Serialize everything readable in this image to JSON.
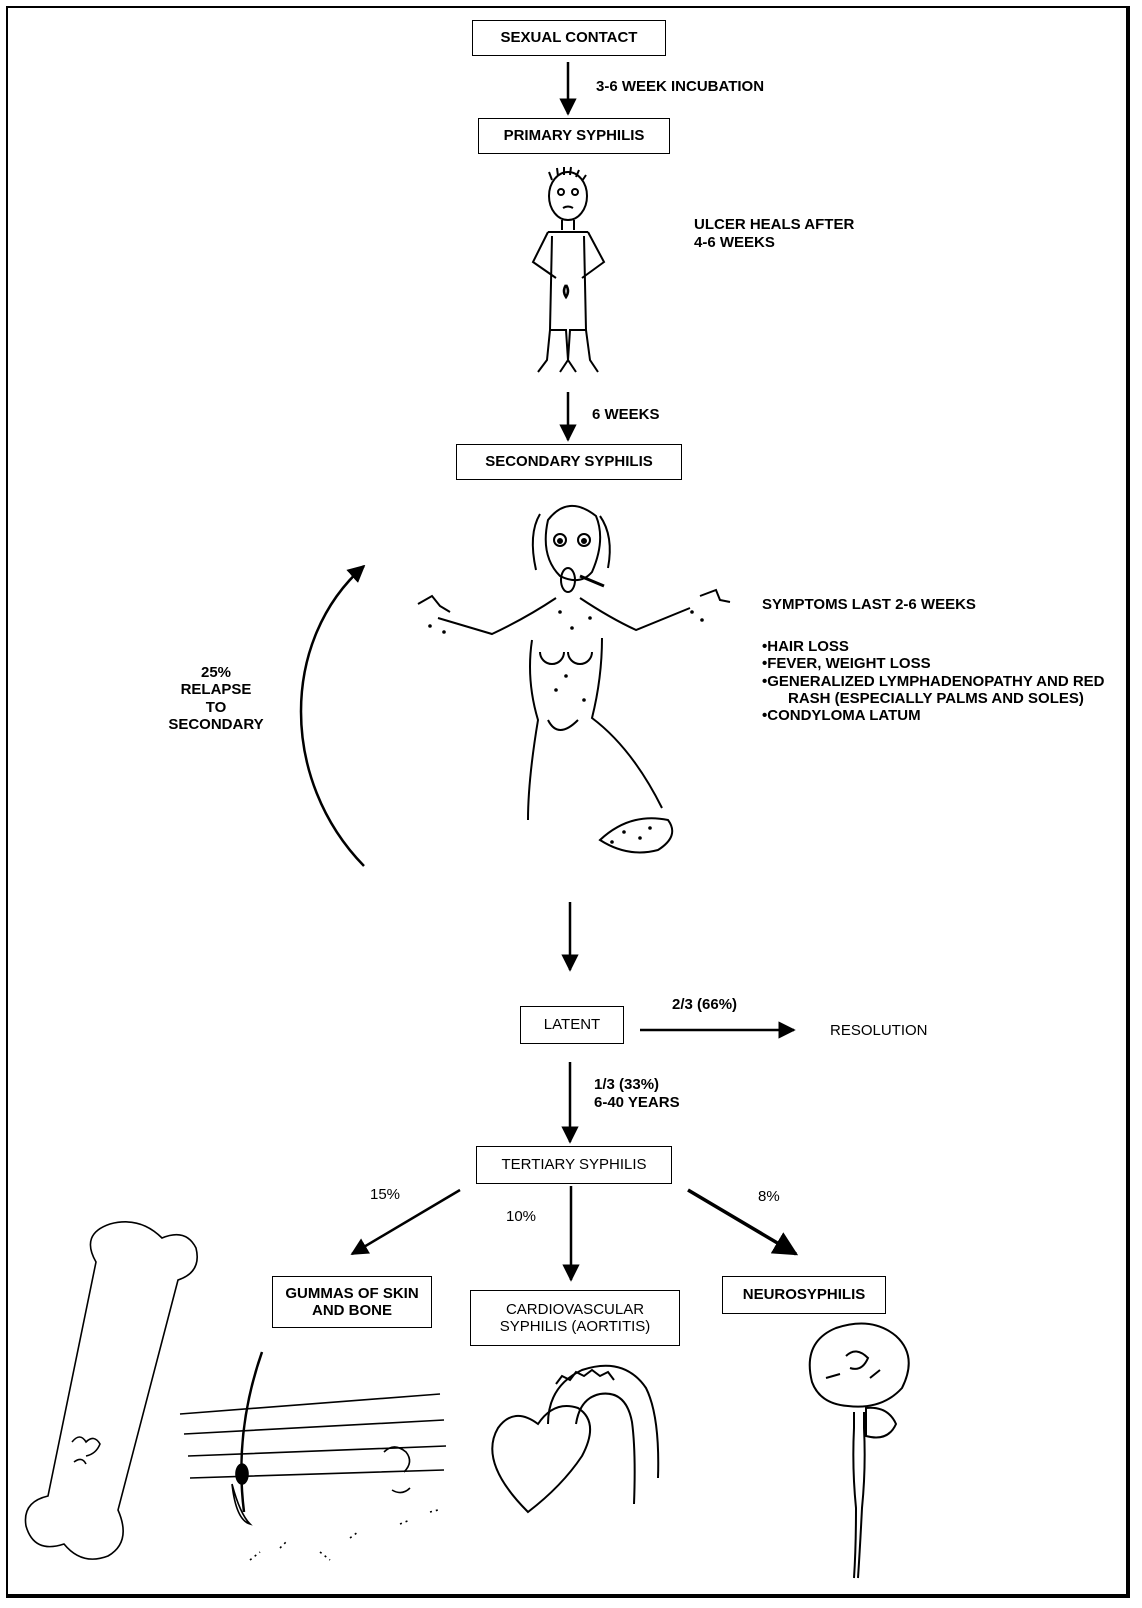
{
  "diagram": {
    "stages": {
      "sexual_contact": "SEXUAL CONTACT",
      "primary": "PRIMARY SYPHILIS",
      "secondary": "SECONDARY SYPHILIS",
      "latent": "LATENT",
      "resolution": "RESOLUTION",
      "tertiary": "TERTIARY SYPHILIS",
      "gummas": "GUMMAS OF SKIN AND BONE",
      "cardiovascular": "CARDIOVASCULAR SYPHILIS (AORTITIS)",
      "neurosyphilis": "NEUROSYPHILIS"
    },
    "transitions": {
      "incubation": "3-6 WEEK INCUBATION",
      "ulcer_line1": "ULCER HEALS AFTER",
      "ulcer_line2": "4-6 WEEKS",
      "six_weeks": "6 WEEKS",
      "relapse_line1": "25%",
      "relapse_line2": "RELAPSE",
      "relapse_line3": "TO",
      "relapse_line4": "SECONDARY",
      "resolution_pct": "2/3 (66%)",
      "tertiary_pct": "1/3 (33%)",
      "tertiary_years": "6-40 YEARS",
      "gummas_pct": "15%",
      "cardio_pct": "10%",
      "neuro_pct": "8%"
    },
    "secondary_symptoms": {
      "duration": "SYMPTOMS LAST 2-6 WEEKS",
      "items": [
        "•HAIR LOSS",
        "•FEVER, WEIGHT LOSS",
        "•GENERALIZED LYMPHADENOPATHY AND RED RASH (ESPECIALLY PALMS AND SOLES)",
        "•CONDYLOMA LATUM"
      ]
    }
  }
}
